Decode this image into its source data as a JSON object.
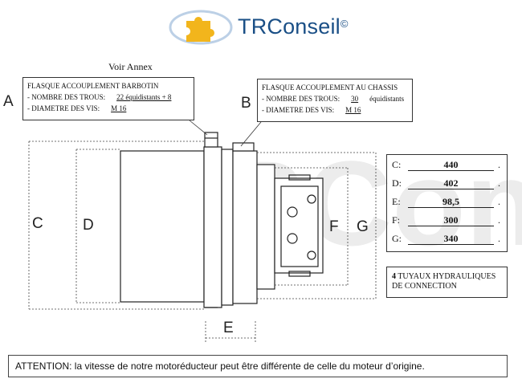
{
  "logo": {
    "brand": "TRConseil",
    "mark": "©"
  },
  "voir_annex": "Voir Annex",
  "left_box": {
    "title": "FLASQUE ACCOUPLEMENT BARBOTIN",
    "holes_label": "- NOMBRE DES TROUS:",
    "holes_value": "22  équidistants + 8",
    "diam_label": "- DIAMETRE DES VIS:",
    "diam_value": "M 16"
  },
  "right_box": {
    "title": "FLASQUE ACCOUPLEMENT AU CHASSIS",
    "holes_label": "- NOMBRE DES TROUS:",
    "holes_value": "30",
    "holes_suffix": "équidistants",
    "diam_label": "- DIAMETRE DES VIS:",
    "diam_value": "M 16"
  },
  "letters": {
    "a": "A",
    "b": "B",
    "c": "C",
    "d": "D",
    "e": "E",
    "f": "F",
    "g": "G"
  },
  "dimensions": [
    {
      "key": "C:",
      "value": "440",
      "end": "."
    },
    {
      "key": "D:",
      "value": "402",
      "end": "."
    },
    {
      "key": "E:",
      "value": "98,5",
      "end": "."
    },
    {
      "key": "F:",
      "value": "300",
      "end": "."
    },
    {
      "key": "G:",
      "value": "340",
      "end": "."
    }
  ],
  "tuyaux": {
    "count": "4",
    "text": "TUYAUX HYDRAULIQUES DE CONNECTION"
  },
  "attention": "ATTENTION: la vitesse de notre motoréducteur peut être différente de celle du moteur d’origine.",
  "colors": {
    "logo_blue": "#1a4f86",
    "logo_yellow": "#f2b51c",
    "watermark": "#e6e6e6"
  }
}
